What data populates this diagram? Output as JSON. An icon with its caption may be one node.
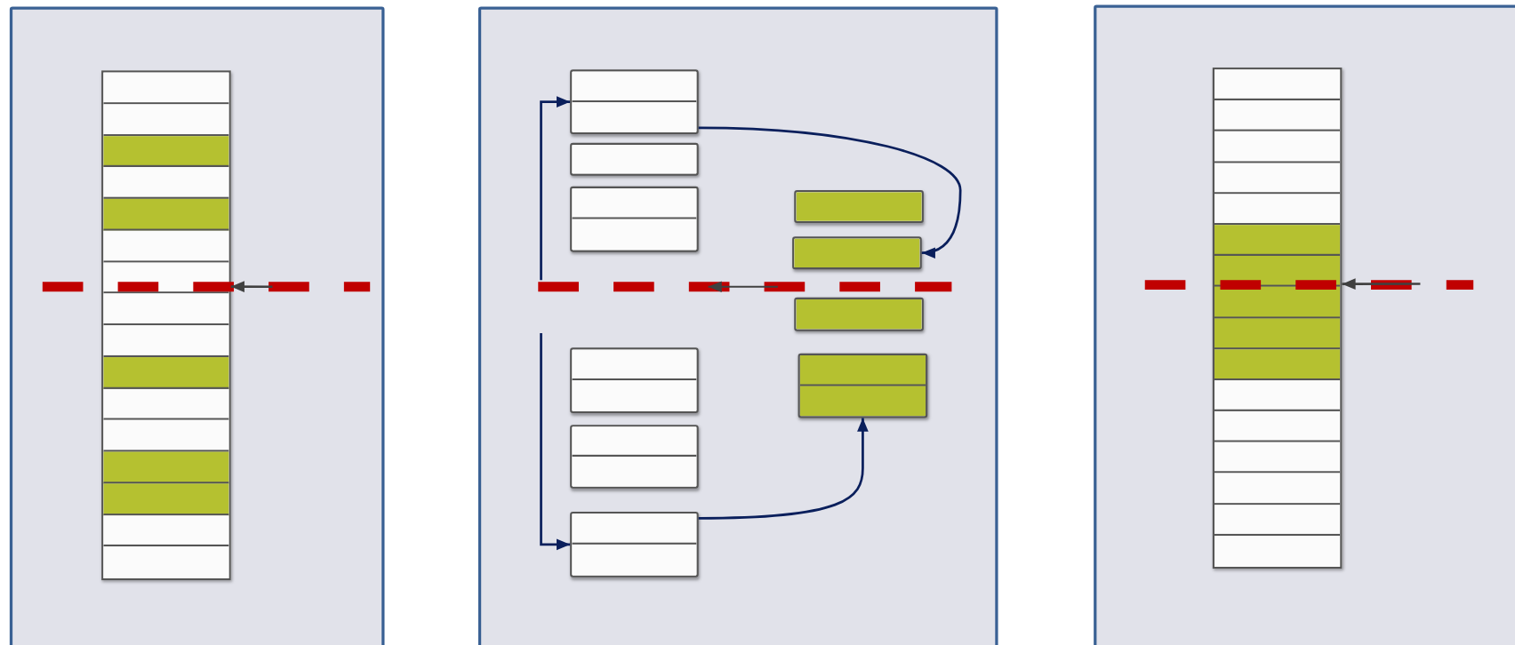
{
  "diagram": {
    "nodes": [
      {
        "text": [],
        "shape": "box"
      },
      {
        "text": [],
        "shape": "bar",
        "in": 0
      },
      {
        "text": [],
        "shape": "box"
      },
      {
        "text": [],
        "shape": "box",
        "in": 2
      },
      {
        "text": [],
        "shape": "box",
        "in": 2
      },
      {
        "text": [],
        "shape": "box",
        "in": 2
      },
      {
        "text": [],
        "shape": "box",
        "in": 2
      },
      {
        "text": [],
        "shape": "box",
        "in": 2
      },
      {
        "text": [],
        "shape": "box",
        "in": 2
      },
      {
        "text": [],
        "shape": "box",
        "in": 2
      },
      {
        "text": [],
        "shape": "box",
        "in": 2
      },
      {
        "text": [],
        "shape": "box",
        "in": 2
      },
      {
        "text": [],
        "shape": "box",
        "in": 2
      },
      {
        "text": [],
        "shape": "box"
      },
      {
        "text": [],
        "shape": "bar",
        "in": 13
      }
    ],
    "edges": [
      {
        "from": null,
        "to": 1,
        "arrow": "to",
        "color": "#404040"
      },
      {
        "from": null,
        "to": 3,
        "arrow": "to"
      },
      {
        "from": 3,
        "to": 7,
        "arrow": "to"
      },
      {
        "from": null,
        "to": 12,
        "arrow": "to"
      },
      {
        "from": 12,
        "to": 9,
        "arrow": "to"
      },
      {
        "from": null,
        "to": 14,
        "arrow": "to",
        "color": "#404040"
      }
    ]
  }
}
